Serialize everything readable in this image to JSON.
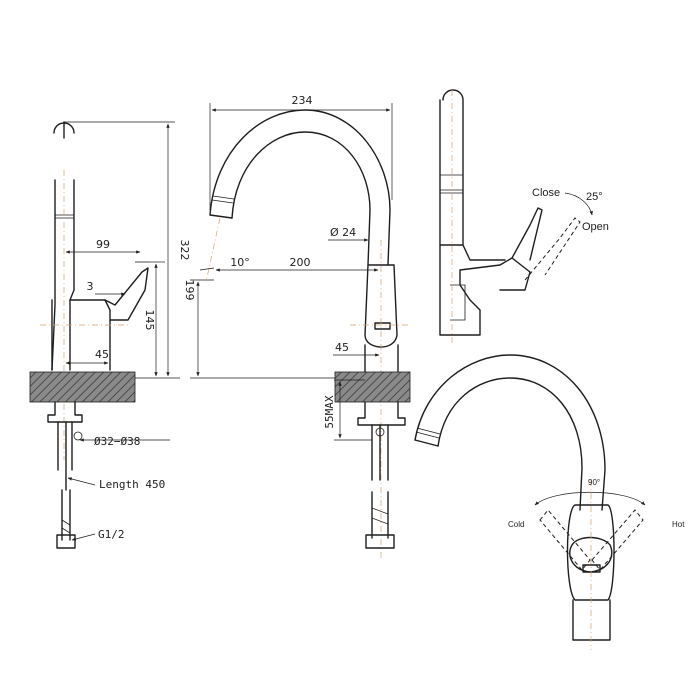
{
  "dimensions": {
    "width_234": "234",
    "height_322": "322",
    "reach_99": "99",
    "reach_200": "200",
    "height_199": "199",
    "height_145": "145",
    "dia_24": "Ø 24",
    "angle_10": "10°",
    "gap_3": "3",
    "base_45_left": "45",
    "base_45_right": "45",
    "hole_dia": "Ø32−Ø38",
    "length": "Length 450",
    "thread": "G1/2",
    "max_55": "55MAX"
  },
  "lever": {
    "close": "Close",
    "angle_25": "25°",
    "open": "Open"
  },
  "top_view": {
    "cold": "Cold",
    "hot": "Hot",
    "angle_90": "90°"
  }
}
